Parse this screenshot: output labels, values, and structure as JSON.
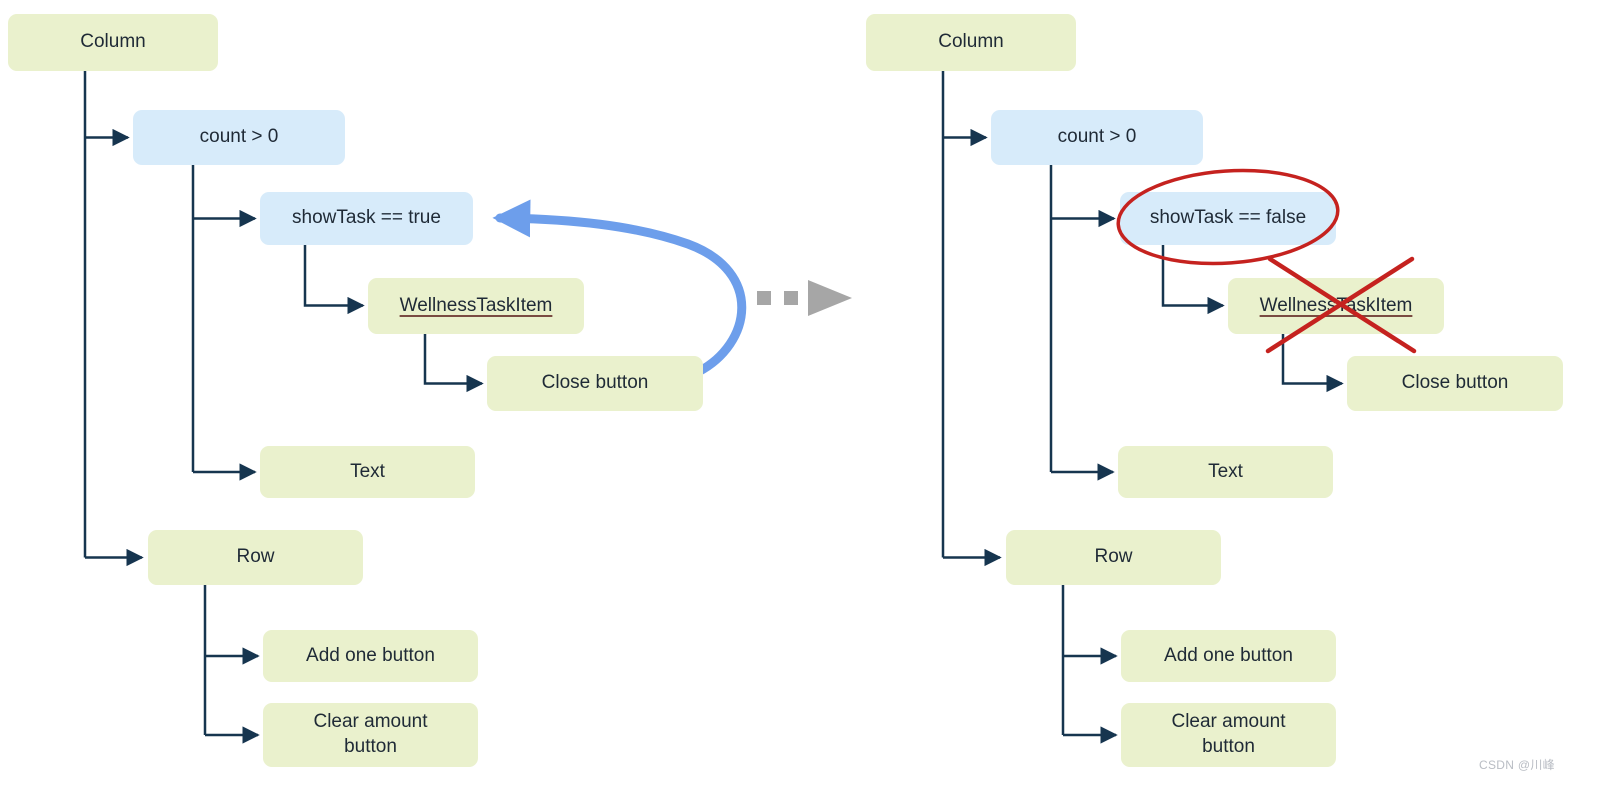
{
  "watermark": "CSDN @川峰",
  "colors": {
    "green_box": "#eaf1cd",
    "blue_box": "#d7ebfa",
    "connector_line": "#16354f",
    "loop_arrow_blue": "#6d9eeb",
    "annotation_red": "#c5221f",
    "transition_grey": "#a6a6a6",
    "text": "#1f2a36"
  },
  "left_tree": {
    "nodes": [
      {
        "label": "Column",
        "type": "green"
      },
      {
        "label": "count > 0",
        "type": "blue"
      },
      {
        "label": "showTask == true",
        "type": "blue"
      },
      {
        "label": "WellnessTaskItem",
        "type": "green",
        "underline": true
      },
      {
        "label": "Close button",
        "type": "green"
      },
      {
        "label": "Text",
        "type": "green"
      },
      {
        "label": "Row",
        "type": "green"
      },
      {
        "label": "Add one button",
        "type": "green"
      },
      {
        "label": "Clear amount button",
        "type": "green"
      }
    ]
  },
  "right_tree": {
    "nodes": [
      {
        "label": "Column",
        "type": "green"
      },
      {
        "label": "count > 0",
        "type": "blue"
      },
      {
        "label": "showTask == false",
        "type": "blue",
        "annotation": "red-circle"
      },
      {
        "label": "WellnessTaskItem",
        "type": "green",
        "underline": true,
        "annotation": "red-cross"
      },
      {
        "label": "Close button",
        "type": "green"
      },
      {
        "label": "Text",
        "type": "green"
      },
      {
        "label": "Row",
        "type": "green"
      },
      {
        "label": "Add one button",
        "type": "green"
      },
      {
        "label": "Clear amount button",
        "type": "green"
      }
    ]
  }
}
